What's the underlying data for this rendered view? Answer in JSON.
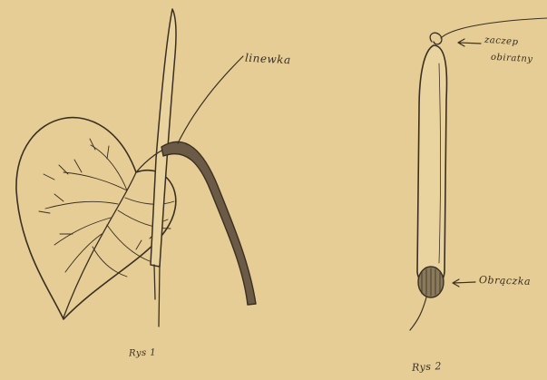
{
  "labels": {
    "linewka": "linewka",
    "zaczep_line1": "zaczep",
    "zaczep_line2": "obiratny",
    "obraczka": "Obrączka",
    "fig1": "Rys 1",
    "fig2": "Rys 2"
  },
  "colors": {
    "paper": "#e5cd95",
    "ink": "#3a2f22",
    "stem_fill": "#6b5a45",
    "ring_fill": "#8a7a5c"
  }
}
